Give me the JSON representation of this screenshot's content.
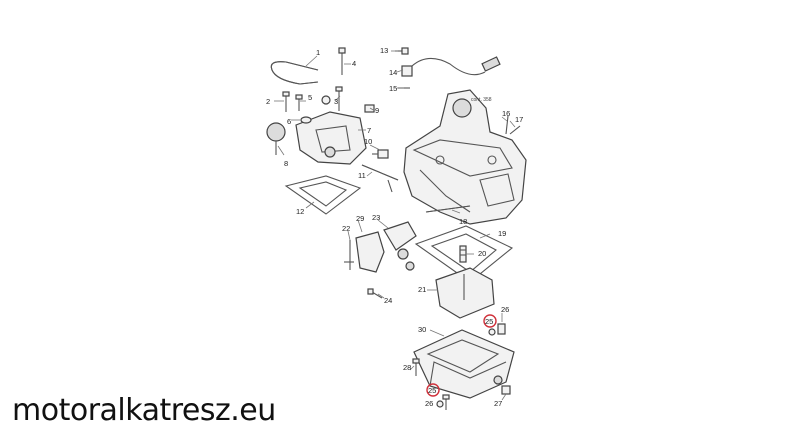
{
  "diagram": {
    "page_reference": "cont. 358",
    "callouts": [
      {
        "n": "1"
      },
      {
        "n": "2"
      },
      {
        "n": "3"
      },
      {
        "n": "4"
      },
      {
        "n": "5"
      },
      {
        "n": "6"
      },
      {
        "n": "7"
      },
      {
        "n": "8"
      },
      {
        "n": "9"
      },
      {
        "n": "10"
      },
      {
        "n": "11"
      },
      {
        "n": "12"
      },
      {
        "n": "13"
      },
      {
        "n": "14"
      },
      {
        "n": "15"
      },
      {
        "n": "16"
      },
      {
        "n": "17"
      },
      {
        "n": "18"
      },
      {
        "n": "19"
      },
      {
        "n": "20"
      },
      {
        "n": "21"
      },
      {
        "n": "22"
      },
      {
        "n": "23"
      },
      {
        "n": "24"
      },
      {
        "n": "25",
        "highlighted": true
      },
      {
        "n": "26"
      },
      {
        "n": "25",
        "highlighted": true
      },
      {
        "n": "26"
      },
      {
        "n": "27"
      },
      {
        "n": "28"
      },
      {
        "n": "29"
      },
      {
        "n": "30"
      }
    ],
    "highlight_color": "#d0303a"
  },
  "watermark": "motoralkatresz.eu"
}
